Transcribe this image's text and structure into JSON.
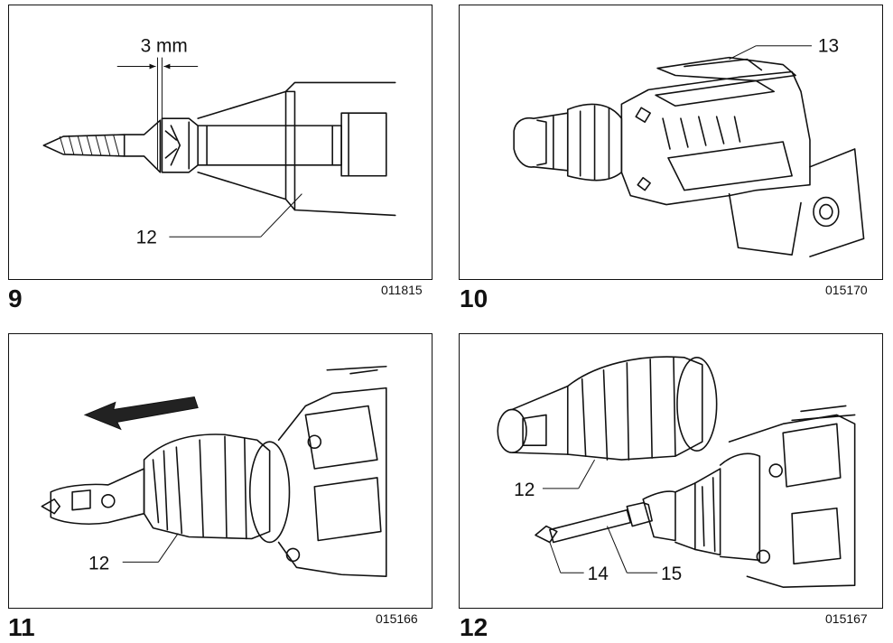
{
  "figures": [
    {
      "number": "9",
      "code": "011815",
      "dimension_label": "3 mm",
      "callouts": [
        "12"
      ]
    },
    {
      "number": "10",
      "code": "015170",
      "callouts": [
        "13"
      ]
    },
    {
      "number": "11",
      "code": "015166",
      "callouts": [
        "12"
      ]
    },
    {
      "number": "12",
      "code": "015167",
      "callouts": [
        "12",
        "14",
        "15"
      ]
    }
  ]
}
